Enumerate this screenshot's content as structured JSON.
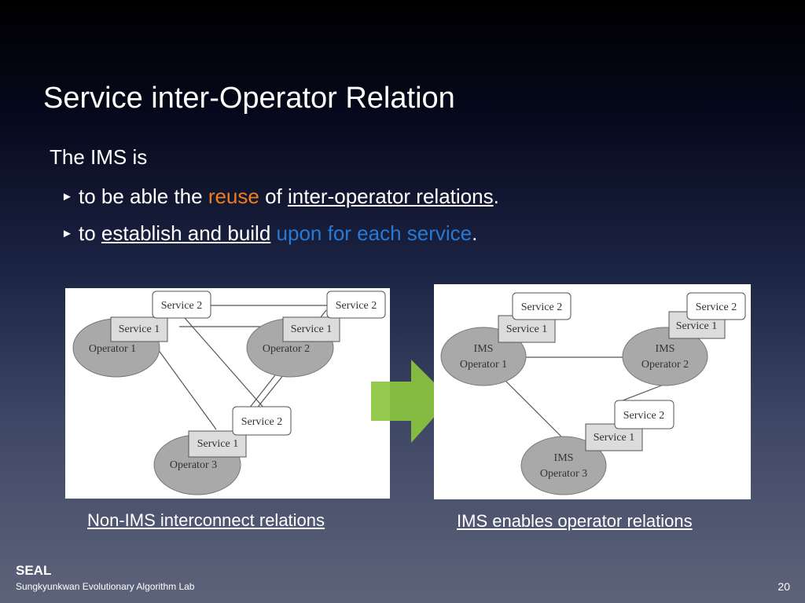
{
  "slide": {
    "title": "Service inter-Operator Relation",
    "intro": "The IMS is",
    "bullet1": {
      "prefix": "to be able the ",
      "highlight": "reuse",
      "middle": " of ",
      "underlined": "inter-operator relations",
      "suffix": "."
    },
    "bullet2": {
      "prefix": "to ",
      "underlined": "establish and build",
      "space": " ",
      "highlight": "upon for each service",
      "suffix": "."
    },
    "caption_left": "Non-IMS interconnect relations",
    "caption_right": "IMS enables operator relations",
    "footer_org": "SEAL",
    "footer_lab": "Sungkyunkwan Evolutionary Algorithm Lab",
    "page_number": "20"
  },
  "diagram_left": {
    "op1": "Operator 1",
    "op2": "Operator 2",
    "op3": "Operator 3",
    "svc1": "Service 1",
    "svc2": "Service 2"
  },
  "diagram_right": {
    "ims": "IMS",
    "op1": "Operator 1",
    "op2": "Operator 2",
    "op3": "Operator 3",
    "svc1": "Service 1",
    "svc2": "Service 2"
  },
  "colors": {
    "orange_text": "#ef7d1b",
    "blue_text": "#2879d6",
    "arrow_green": "#8cc63f"
  }
}
